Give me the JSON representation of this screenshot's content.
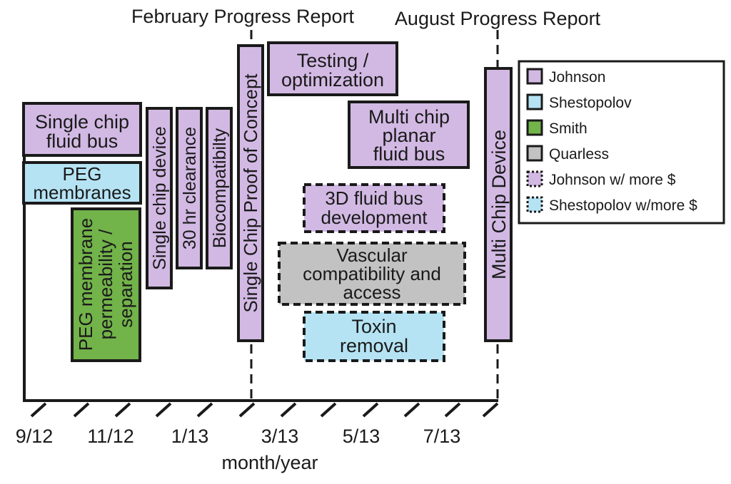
{
  "colors": {
    "johnson": "#d2b9e3",
    "shestopolov": "#b5e3f3",
    "smith": "#72b34a",
    "quarless": "#c2c2c2",
    "outline": "#1a1a1a"
  },
  "headers": {
    "february": "February Progress Report",
    "august": "August Progress Report"
  },
  "axis": {
    "ticks": [
      "9/12",
      "11/12",
      "1/13",
      "3/13",
      "5/13",
      "7/13"
    ],
    "label": "month/year"
  },
  "legend": [
    {
      "label": "Johnson",
      "color": "#d2b9e3",
      "style": "solid"
    },
    {
      "label": "Shestopolov",
      "color": "#b5e3f3",
      "style": "solid"
    },
    {
      "label": "Smith",
      "color": "#72b34a",
      "style": "solid"
    },
    {
      "label": "Quarless",
      "color": "#c2c2c2",
      "style": "solid"
    },
    {
      "label": "Johnson w/ more $",
      "color": "#d2b9e3",
      "style": "dashed"
    },
    {
      "label": "Shestopolov w/more $",
      "color": "#b5e3f3",
      "style": "dashed"
    }
  ],
  "tasks": [
    {
      "id": "single-chip-fluid-bus",
      "lines": [
        "Single chip",
        "fluid bus"
      ],
      "owner": "Johnson",
      "style": "solid",
      "orientation": "horizontal"
    },
    {
      "id": "peg-membranes",
      "lines": [
        "PEG",
        "membranes"
      ],
      "owner": "Shestopolov",
      "style": "solid",
      "orientation": "horizontal"
    },
    {
      "id": "peg-membrane-permeability",
      "lines": [
        "PEG membrane",
        "permeability /",
        "separation"
      ],
      "owner": "Smith",
      "style": "solid",
      "orientation": "vertical"
    },
    {
      "id": "single-chip-device",
      "lines": [
        "Single chip device"
      ],
      "owner": "Johnson",
      "style": "solid",
      "orientation": "vertical"
    },
    {
      "id": "30-hr-clearance",
      "lines": [
        "30 hr clearance"
      ],
      "owner": "Johnson",
      "style": "solid",
      "orientation": "vertical"
    },
    {
      "id": "biocompatibility",
      "lines": [
        "Biocompatibilty"
      ],
      "owner": "Johnson",
      "style": "solid",
      "orientation": "vertical"
    },
    {
      "id": "single-chip-proof-of-concept",
      "lines": [
        "Single Chip Proof of Concept"
      ],
      "owner": "Johnson",
      "style": "solid",
      "orientation": "vertical"
    },
    {
      "id": "testing-optimization",
      "lines": [
        "Testing /",
        "optimization"
      ],
      "owner": "Johnson",
      "style": "solid",
      "orientation": "horizontal"
    },
    {
      "id": "multi-chip-planar-fluid-bus",
      "lines": [
        "Multi chip",
        "planar",
        "fluid bus"
      ],
      "owner": "Johnson",
      "style": "solid",
      "orientation": "horizontal"
    },
    {
      "id": "3d-fluid-bus-development",
      "lines": [
        "3D fluid bus",
        "development"
      ],
      "owner": "Johnson w/ more $",
      "style": "dashed",
      "orientation": "horizontal"
    },
    {
      "id": "vascular-compatibility",
      "lines": [
        "Vascular",
        "compatibility and",
        "access"
      ],
      "owner": "Quarless",
      "style": "dashed",
      "orientation": "horizontal"
    },
    {
      "id": "toxin-removal",
      "lines": [
        "Toxin",
        "removal"
      ],
      "owner": "Shestopolov w/more $",
      "style": "dashed",
      "orientation": "horizontal"
    },
    {
      "id": "multi-chip-device",
      "lines": [
        "Multi Chip Device"
      ],
      "owner": "Johnson",
      "style": "solid",
      "orientation": "vertical"
    }
  ]
}
